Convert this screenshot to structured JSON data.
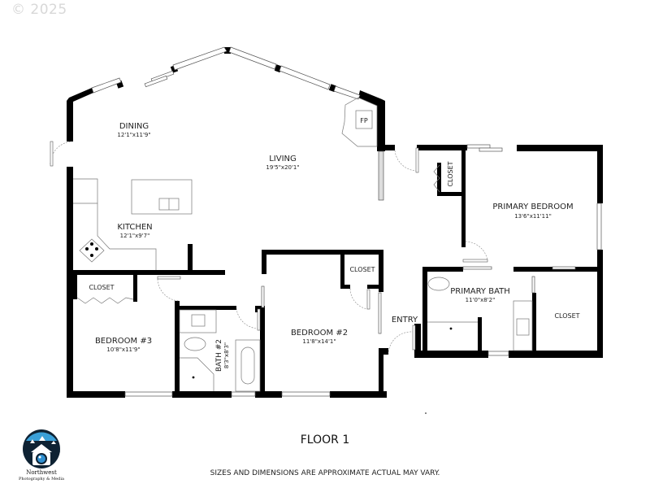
{
  "copyright": "© 2025",
  "floor": {
    "title": "FLOOR 1",
    "disclaimer": "SIZES AND DIMENSIONS ARE APPROXIMATE ACTUAL MAY VARY."
  },
  "brand": {
    "name": "Northwest",
    "tagline": "Photography & Media",
    "colors": {
      "sky": "#3aa0d8",
      "navy": "#0e2233",
      "lens": "#2f8fd0"
    }
  },
  "rooms": {
    "dining": {
      "label": "DINING",
      "dim": "12'1\"x11'9\""
    },
    "living": {
      "label": "LIVING",
      "dim": "19'5\"x20'1\""
    },
    "fireplace": {
      "label": "FP"
    },
    "kitchen": {
      "label": "KITCHEN",
      "dim": "12'1\"x9'7\""
    },
    "closet_hall": {
      "label": "CLOSET"
    },
    "primary_bedroom": {
      "label": "PRIMARY BEDROOM",
      "dim": "13'6\"x11'11\""
    },
    "primary_bath": {
      "label": "PRIMARY BATH",
      "dim": "11'0\"x8'2\""
    },
    "primary_closet": {
      "label": "CLOSET"
    },
    "entry": {
      "label": "ENTRY"
    },
    "bedroom2": {
      "label": "BEDROOM #2",
      "dim": "11'8\"x14'1\""
    },
    "bedroom2_closet": {
      "label": "CLOSET"
    },
    "bath2": {
      "label": "BATH #2",
      "dim": "8'3\"x8'3\""
    },
    "bedroom3": {
      "label": "BEDROOM #3",
      "dim": "10'8\"x11'9\""
    },
    "bedroom3_closet": {
      "label": "CLOSET"
    }
  }
}
